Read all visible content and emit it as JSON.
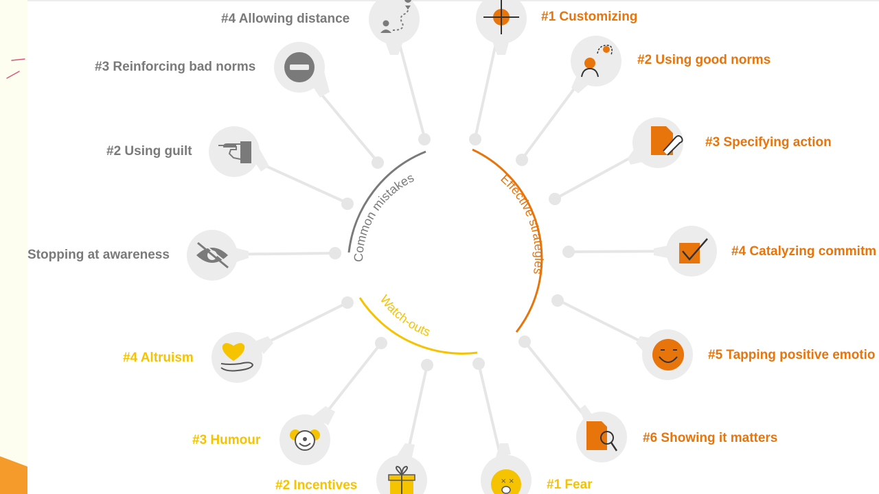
{
  "colors": {
    "mistakes": "#7a7a7a",
    "strategies": "#e8740c",
    "watchouts": "#f5c300",
    "bubble": "#ececec",
    "connector": "#e6e6e6"
  },
  "sections": {
    "mistakes_title": "Common mistakes",
    "strategies_title": "Effective strategies",
    "watchouts_title": "Watch-outs"
  },
  "mistakes": [
    {
      "label": "#4 Allowing distance",
      "icon": "path-distance-icon"
    },
    {
      "label": "#3 Reinforcing bad norms",
      "icon": "no-entry-icon"
    },
    {
      "label": "#2 Using guilt",
      "icon": "pointing-finger-icon"
    },
    {
      "label": "Stopping at awareness",
      "icon": "eye-crossed-icon"
    }
  ],
  "strategies": [
    {
      "label": "#1 Customizing",
      "icon": "crosshair-icon"
    },
    {
      "label": "#2 Using good norms",
      "icon": "people-icon"
    },
    {
      "label": "#3 Specifying action",
      "icon": "document-wrench-icon"
    },
    {
      "label": "#4 Catalyzing commitm",
      "icon": "checkbox-icon"
    },
    {
      "label": "#5 Tapping positive emotio",
      "icon": "smiley-icon"
    },
    {
      "label": "#6 Showing it matters",
      "icon": "document-magnifier-icon"
    }
  ],
  "watchouts": [
    {
      "label": "#4 Altruism",
      "icon": "heart-hand-icon"
    },
    {
      "label": "#3 Humour",
      "icon": "clown-icon"
    },
    {
      "label": "#2 Incentives",
      "icon": "gift-icon"
    },
    {
      "label": "#1 Fear",
      "icon": "scared-face-icon"
    }
  ]
}
